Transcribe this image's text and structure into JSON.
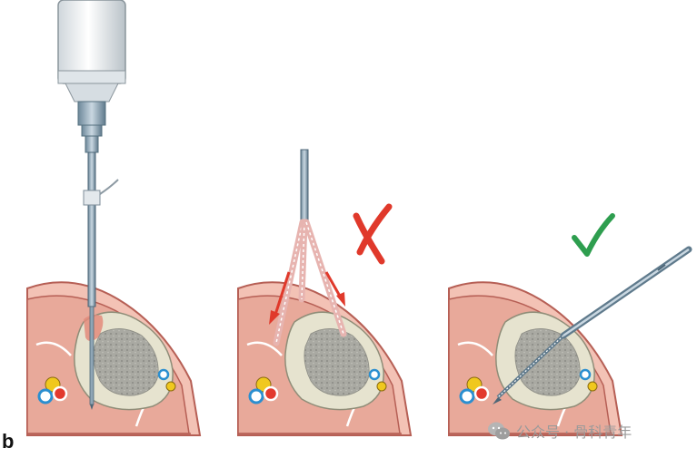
{
  "figure": {
    "panel_letter": "b",
    "watermark_text": "公众号 · 骨科青年"
  },
  "panels": [
    {
      "label": "vertical-insertion-with-instrument"
    },
    {
      "label": "fan-insertion-incorrect",
      "mark": "incorrect-x-icon",
      "mark_color": "#e0392b",
      "arrow_color": "#e0392b"
    },
    {
      "label": "oblique-insertion-correct",
      "mark": "correct-check-icon",
      "mark_color": "#2e9e4f"
    }
  ],
  "colors": {
    "muscle": "#e8a99a",
    "muscle_border": "#b65f55",
    "skin": "#f3c2b5",
    "bone": "#e6e3cf",
    "bone_core": "#a8a8a0",
    "artery": "#e23a2e",
    "vein": "#2b8fd0",
    "nerve": "#f0c81e",
    "needle": "#9db3c4"
  }
}
